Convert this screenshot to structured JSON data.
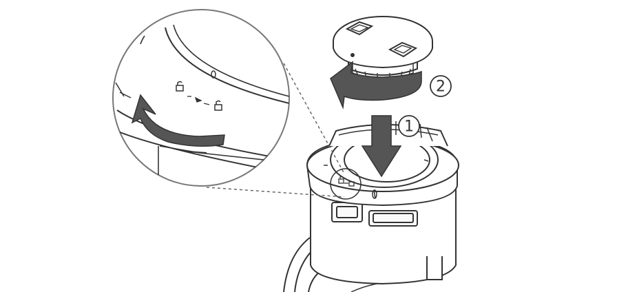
{
  "steps": [
    {
      "number": "1",
      "glyph": "①"
    },
    {
      "number": "2",
      "glyph": "②"
    }
  ],
  "colors": {
    "line": "#333333",
    "arrow_fill": "#555555",
    "arrow_stroke": "#333333",
    "magnifier_stroke": "#777777",
    "background": "#ffffff"
  },
  "icons": {
    "step_1_arrow": "arrow-down-icon",
    "step_2_arrow": "rotate-arrow-icon",
    "detail_rotate_arrow": "rotate-arrow-icon",
    "lock_symbol": "lock-icon",
    "unlock_symbol": "unlock-icon"
  }
}
